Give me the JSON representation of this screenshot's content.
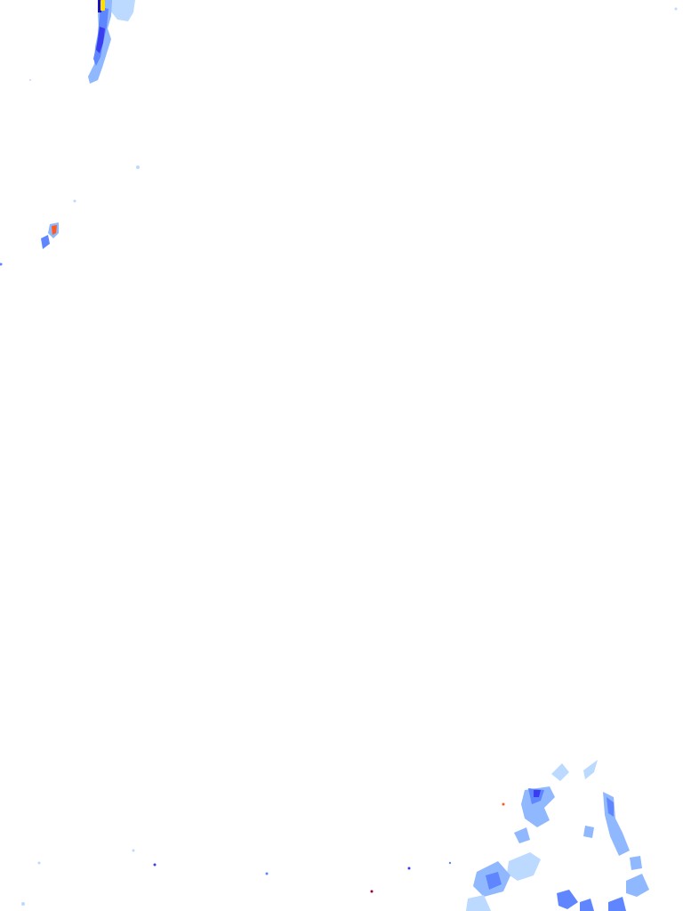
{
  "map": {
    "kind": "precipitation-radar-tile",
    "background": "#ffffff",
    "intensity_colors": {
      "very_light": "#bcd9ff",
      "light": "#8fb8ff",
      "moderate": "#5f86ff",
      "heavy": "#3a3cf0",
      "very_heavy": "#1a10c8",
      "intense": "#ffe000",
      "severe": "#ff5a1e",
      "extreme": "#a0002a"
    },
    "echo_regions": [
      "top-left",
      "left-edge",
      "bottom-right"
    ]
  }
}
